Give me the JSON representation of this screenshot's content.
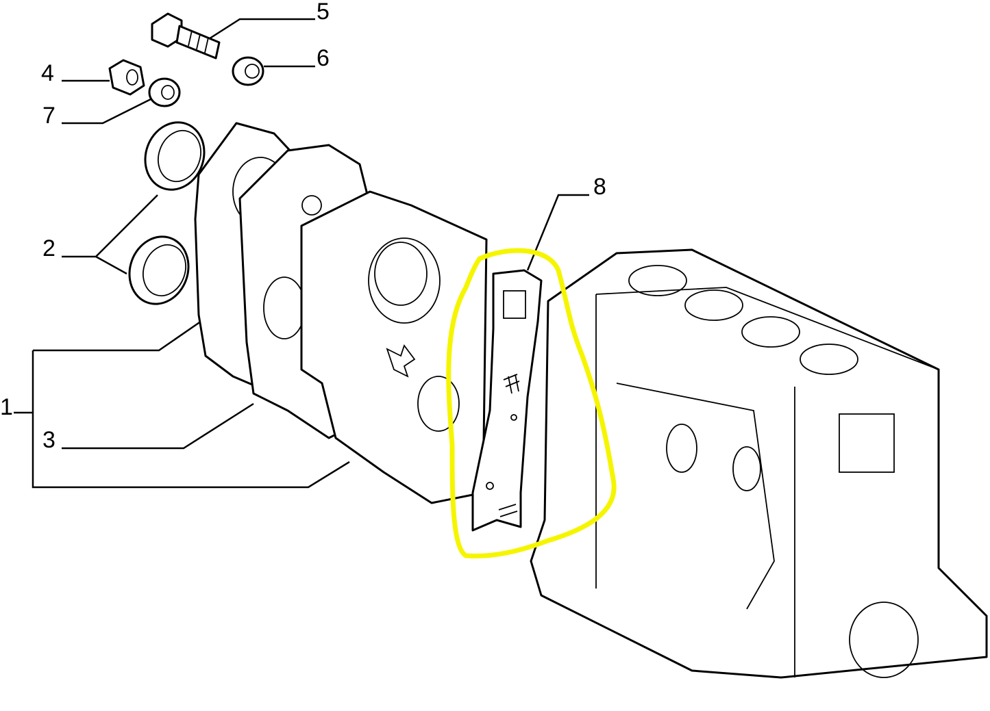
{
  "diagram": {
    "callouts": {
      "c1": "1",
      "c2": "2",
      "c3": "3",
      "c4": "4",
      "c5": "5",
      "c6": "6",
      "c7": "7",
      "c8": "8"
    },
    "highlight_color": "#f5f500"
  }
}
